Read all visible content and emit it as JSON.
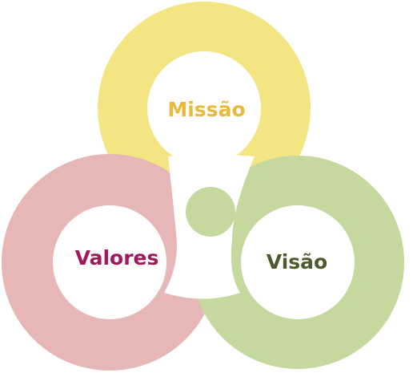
{
  "diagram": {
    "rings": [
      {
        "id": "missao",
        "label": "Missão",
        "ring_color": "#f4e583",
        "label_color": "#e9b93c"
      },
      {
        "id": "valores",
        "label": "Valores",
        "ring_color": "#e6b7b6",
        "label_color": "#a0195c"
      },
      {
        "id": "visao",
        "label": "Visão",
        "ring_color": "#c5d89d",
        "label_color": "#4f5a2c"
      }
    ],
    "center_dot_color": "#c5d89d",
    "background_color": "#ffffff"
  }
}
